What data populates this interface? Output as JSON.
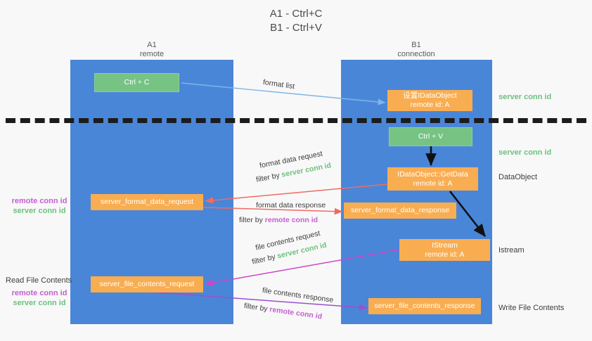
{
  "title": {
    "line1": "A1 - Ctrl+C",
    "line2": "B1 - Ctrl+V"
  },
  "columns": [
    {
      "name": "A1",
      "sub": "remote"
    },
    {
      "name": "B1",
      "sub": "connection"
    }
  ],
  "nodes": {
    "ctrl_c": "Ctrl + C",
    "ctrl_v": "Ctrl + V",
    "set_dataobject_l1": "设置IDataObject",
    "set_dataobject_l2": "remote id: A",
    "getdata_l1": "IDataObject::GetData",
    "getdata_l2": "remote id: A",
    "istream_l1": "IStream",
    "istream_l2": "remote id: A",
    "server_format_data_request": "server_format_data_request",
    "server_format_data_response": "server_format_data_response",
    "server_file_contents_request": "server_file_contents_request",
    "server_file_contents_response": "server_file_contents_response"
  },
  "right_labels": {
    "server_conn_id_top": "server conn id",
    "server_conn_id_mid": "server conn id",
    "dataobject": "DataObject",
    "istream": "Istream",
    "write_file_contents": "Write File Contents"
  },
  "left_labels": {
    "remote_conn_id_upper": "remote conn id",
    "server_conn_id_upper": "server conn id",
    "read_file_contents": "Read File Contents",
    "remote_conn_id_lower": "remote conn id",
    "server_conn_id_lower": "server conn id"
  },
  "edges": {
    "format_list": "format list",
    "format_data_request": "format data request",
    "format_data_request_filter_prefix": "filter by ",
    "format_data_request_filter_value": "server conn id",
    "format_data_response": "format data response",
    "format_data_response_filter_prefix": "filter by ",
    "format_data_response_filter_value": "remote conn id",
    "file_contents_request": "file contents request",
    "file_contents_request_filter_prefix": "filter by ",
    "file_contents_request_filter_value": "server conn id",
    "file_contents_response": "file contents response",
    "file_contents_response_filter_prefix": "filter by ",
    "file_contents_response_filter_value": "remote conn id"
  },
  "colors": {
    "lane": "#4a86d8",
    "green_node": "#76c384",
    "orange_node": "#f9ad51",
    "red_arrow": "#ef6b63",
    "magenta_arrow": "#cf45c8",
    "purple_arrow": "#9b4fcf",
    "blue_arrow": "#7fb5e8",
    "black_arrow": "#111111",
    "green_text": "#6cc17f",
    "purple_text": "#c45fd0"
  }
}
